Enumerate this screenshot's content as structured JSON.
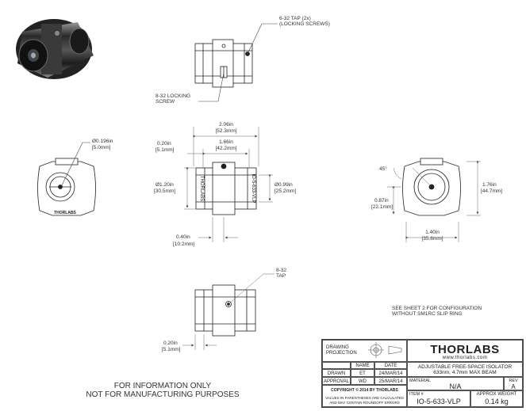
{
  "callouts": {
    "tap_632": "6-32 TAP (2x)",
    "tap_632_sub": "(LOCKING SCREWS)",
    "locking_screw": "8-32 LOCKING",
    "locking_screw_sub": "SCREW",
    "tap_832": "8-32",
    "tap_832_sub": "TAP",
    "see_sheet": "SEE SHEET 2 FOR CONFIGURATION",
    "see_sheet_sub": "WITHOUT SM1RC SLIP RING"
  },
  "dimensions": {
    "overall_in": "2.06in",
    "overall_mm": "[52.3mm]",
    "body_in": "1.66in",
    "body_mm": "[42.2mm]",
    "end_in": "0.20in",
    "end_mm": "[5.1mm]",
    "dia_left_in": "Ø1.20in",
    "dia_left_mm": "[30.5mm]",
    "dia_right_in": "Ø0.99in",
    "dia_right_mm": "[25.2mm]",
    "tap_offset_in": "0.40in",
    "tap_offset_mm": "[10.2mm]",
    "aperture_in": "Ø0.196in",
    "aperture_mm": "[5.0mm]",
    "angle": "45°",
    "height_in": "1.76in",
    "height_mm": "[44.7mm]",
    "center_in": "0.87in",
    "center_mm": "[22.1mm]",
    "width_in": "1.40in",
    "width_mm": "[35.6mm]",
    "bottom_in": "0.20in",
    "bottom_mm": "[5.1mm]"
  },
  "part_markings": {
    "part_number": "IO-5-633-VLP",
    "brand": "THORLABS"
  },
  "disclaimer": {
    "line1": "FOR INFORMATION ONLY",
    "line2": "NOT FOR MANUFACTURING PURPOSES"
  },
  "title_block": {
    "drawing_projection": "DRAWING",
    "drawing_projection_2": "PROJECTION",
    "col_name": "NAME",
    "col_date": "DATE",
    "drawn_label": "DRAWN",
    "drawn_name": "ET",
    "drawn_date": "24/MAR/14",
    "approval_label": "APPROVAL",
    "approval_name": "WD",
    "approval_date": "25/MAR/14",
    "copyright": "COPYRIGHT © 2014 BY THORLABS",
    "values_note_1": "VALUES IN PARENTHESES ARE CALCULATED",
    "values_note_2": "AND MAY CONTAIN ROUNDOFF ERRORS",
    "logo": "THORLABS",
    "website": "www.thorlabs.com",
    "title_1": "ADJUSTABLE FREE-SPACE ISOLATOR",
    "title_2": "633nm, 4.7mm MAX BEAM",
    "material_label": "MATERIAL",
    "material": "N/A",
    "rev_label": "REV",
    "rev": "A",
    "item_label": "ITEM #",
    "item": "IO-5-633-VLP",
    "weight_label": "APPROX WEIGHT",
    "weight": "0.14 kg"
  }
}
